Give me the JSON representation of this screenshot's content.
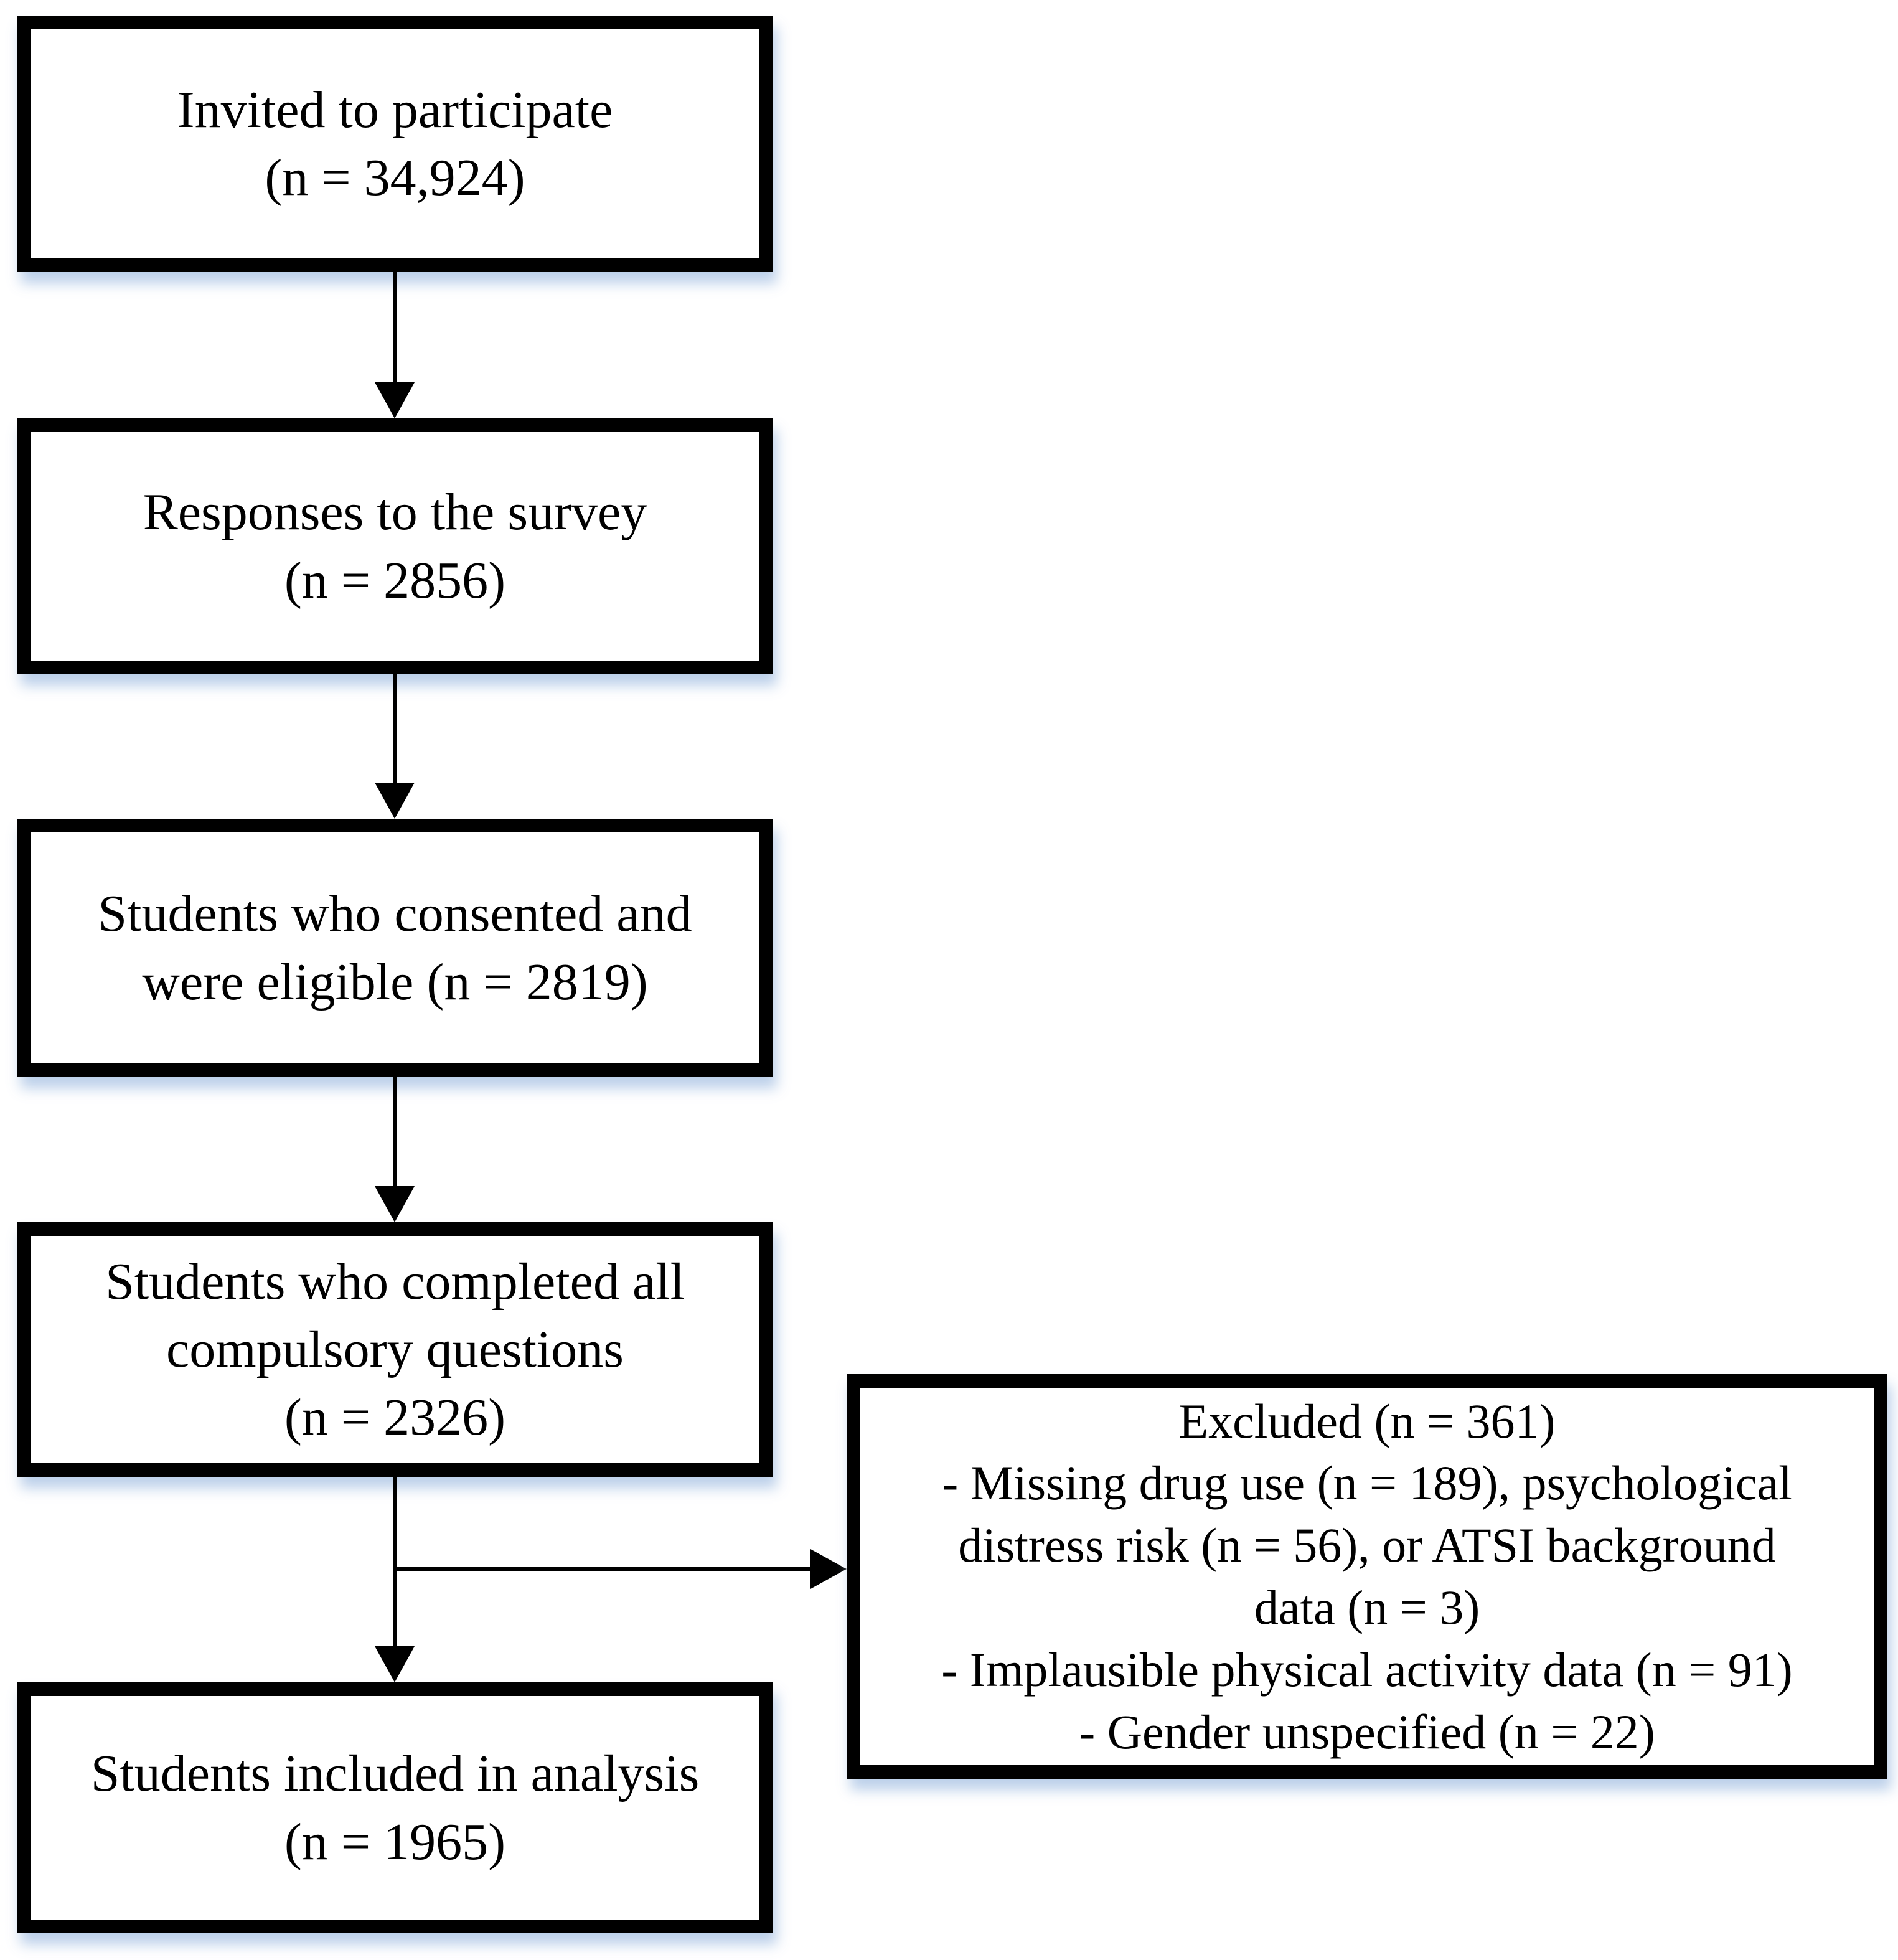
{
  "boxes": {
    "invited": {
      "lines": [
        "Invited to participate",
        "(n = 34,924)"
      ]
    },
    "responses": {
      "lines": [
        "Responses to the survey",
        "(n = 2856)"
      ]
    },
    "consented": {
      "lines": [
        "Students who consented and",
        "were eligible (n = 2819)"
      ]
    },
    "completed": {
      "lines": [
        "Students who completed all",
        "compulsory questions",
        "(n = 2326)"
      ]
    },
    "included": {
      "lines": [
        "Students included in analysis",
        "(n = 1965)"
      ]
    },
    "excluded": {
      "lines": [
        "Excluded (n = 361)",
        "- Missing drug use (n = 189), psychological",
        "distress risk (n = 56), or ATSI background",
        "data (n = 3)",
        "- Implausible physical activity data (n = 91)",
        "- Gender unspecified (n = 22)"
      ]
    }
  },
  "colors": {
    "border": "#000000",
    "text": "#000000",
    "background": "#ffffff",
    "shadow": "#b0c8e6"
  }
}
